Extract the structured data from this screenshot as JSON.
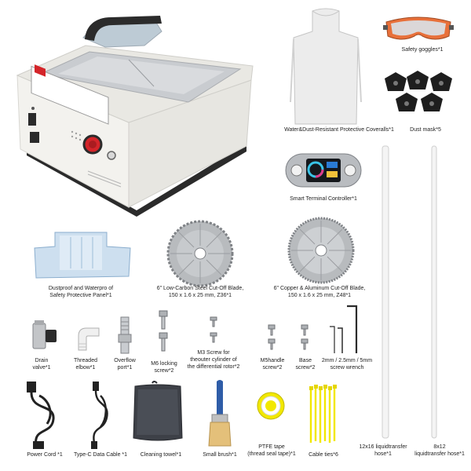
{
  "colors": {
    "body": "#f0efea",
    "steel": "#c9ccd0",
    "dark": "#2b2b2b",
    "red": "#d4252a",
    "yellow": "#f2e800",
    "blue_handle": "#2f5da8",
    "brush": "#e4c07a",
    "towel": "#3d4047"
  },
  "icons": [
    "saw-machine-icon",
    "apron-icon",
    "goggles-icon",
    "dust-mask-icon",
    "terminal-controller-icon",
    "saw-blade-icon",
    "safety-panel-icon",
    "drain-valve-icon",
    "elbow-icon",
    "overflow-port-icon",
    "screw-icon",
    "hex-wrench-icon",
    "power-cord-icon",
    "usb-cable-icon",
    "towel-icon",
    "brush-icon",
    "ptfe-tape-icon",
    "cable-ties-icon",
    "hose-icon"
  ],
  "labels": {
    "goggles": "Safety goggles*1",
    "coveralls": "Water&Dust-Resistant Protective Coveralls*1",
    "dust_mask": "Dust mask*5",
    "controller": "Smart Terminal Controller*1",
    "panel_1": "Dustproof and Waterpro of",
    "panel_2": "Safety Protective Panel*1",
    "blade_steel_1": "6\" Low-Carbon Steel Cut-Off Blade,",
    "blade_steel_2": "150 x 1.6 x 25 mm, Z36*1",
    "blade_cu_1": "6\" Copper & Aluminum Cut-Off Blade,",
    "blade_cu_2": "150 x 1.6 x 25 mm, Z48*1",
    "drain_1": "Drain",
    "drain_2": "valve*1",
    "elbow_1": "Threaded",
    "elbow_2": "elbow*1",
    "overflow_1": "Overflow",
    "overflow_2": "port*1",
    "m6_1": "M6 locking",
    "m6_2": "screw*2",
    "m3_1": "M3 Screw for",
    "m3_2": "theouter cylinder of",
    "m3_3": "the differential rotor*2",
    "m5_1": "M5handle",
    "m5_2": "screw*2",
    "base_1": "Base",
    "base_2": "screw*2",
    "wrench_1": "2mm / 2.5mm / 5mm",
    "wrench_2": "screw wrench",
    "power": "Power Cord *1",
    "typec": "Type-C Data Cable *1",
    "towel": "Cleaning towel*1",
    "brush": "Small brush*1",
    "ptfe_1": "PTFE tape",
    "ptfe_2": "(thread seal tape)*1",
    "ties": "Cable ties*6",
    "hose_a_1": "12x16 liquidtransfer",
    "hose_a_2": "hose*1",
    "hose_b_1": "8x12",
    "hose_b_2": "liquidtransfer hose*1"
  }
}
